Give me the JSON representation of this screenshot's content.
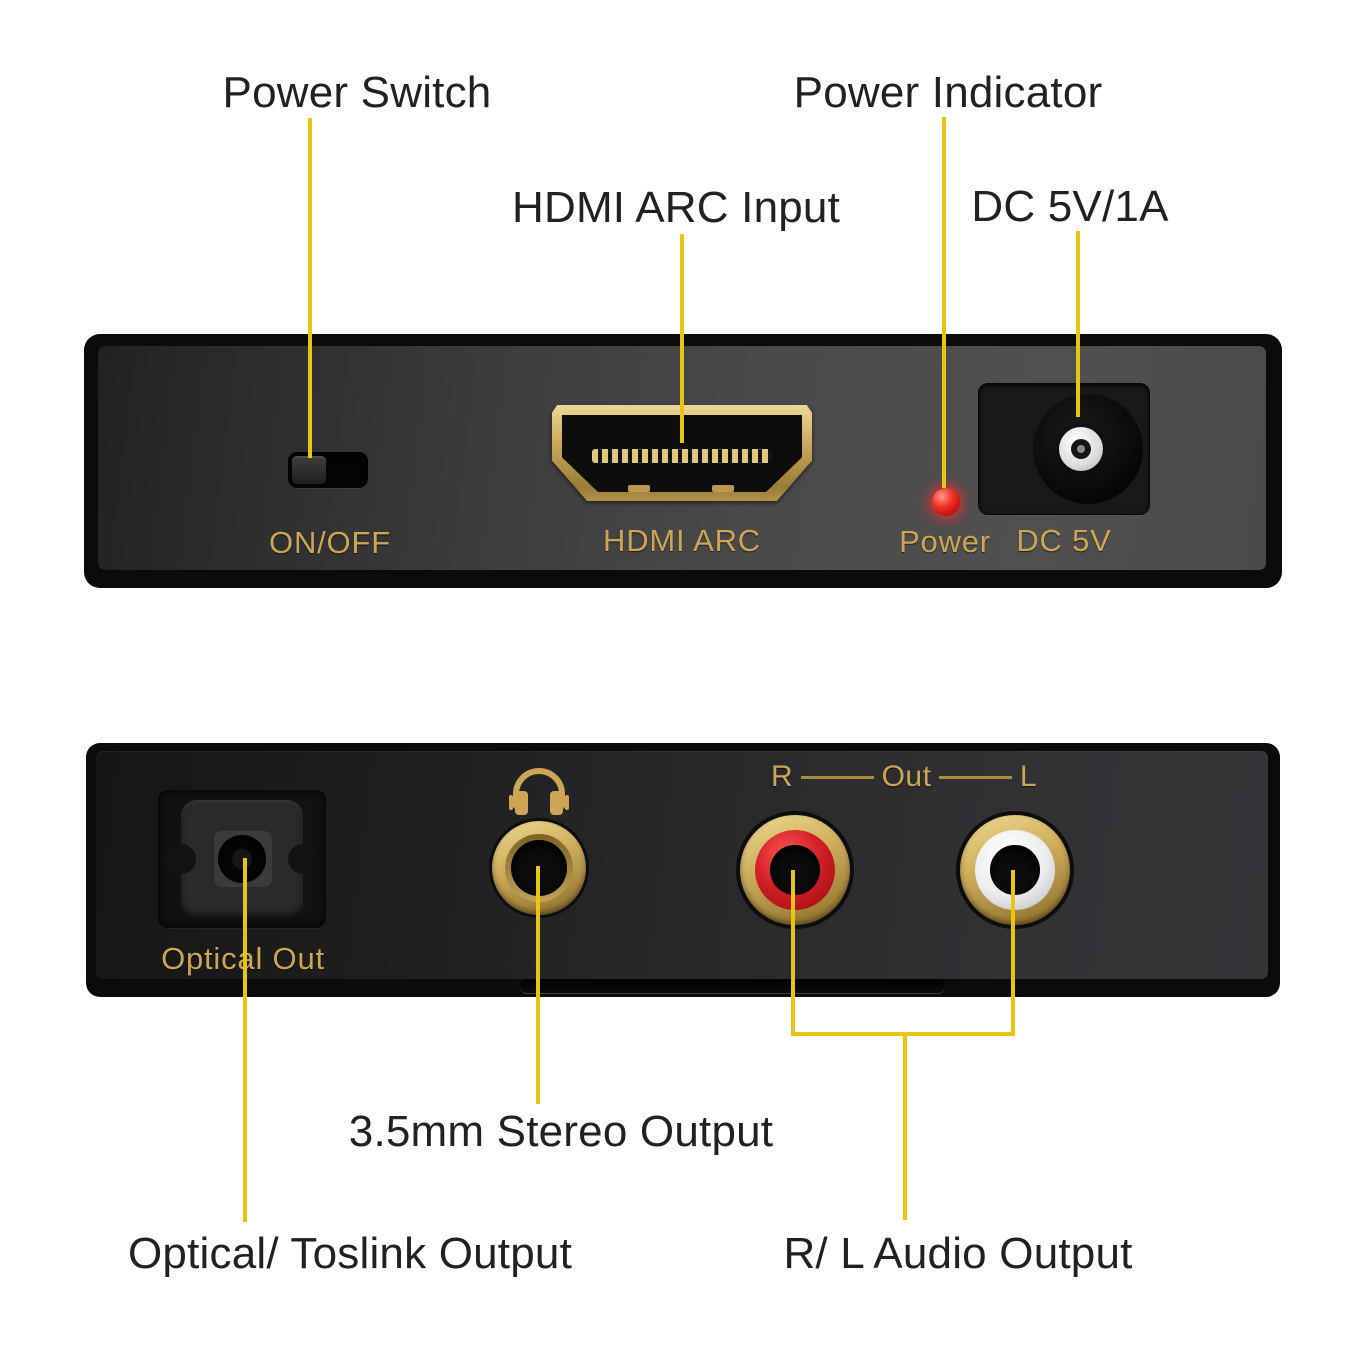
{
  "callouts": {
    "power_switch": "Power Switch",
    "hdmi_arc_input": "HDMI ARC Input",
    "power_indicator": "Power Indicator",
    "dc_power": "DC 5V/1A",
    "stereo_output": "3.5mm Stereo Output",
    "optical_output": "Optical/ Toslink Output",
    "rl_audio_output": "R/ L Audio Output"
  },
  "front_panel": {
    "power_switch_label": "ON/OFF",
    "hdmi_port_label": "HDMI ARC",
    "power_led_label": "Power",
    "dc_jack_label": "DC 5V"
  },
  "rear_panel": {
    "optical_port_label": "Optical Out",
    "rca_right_label": "R",
    "rca_out_label": "Out",
    "rca_left_label": "L"
  },
  "colors": {
    "callout_line": "#e8c413",
    "panel_gold": "#cda655",
    "label_ink": "#212121",
    "led_red": "#e81616",
    "rca_red": "#d32029",
    "rca_white": "#ececee"
  }
}
